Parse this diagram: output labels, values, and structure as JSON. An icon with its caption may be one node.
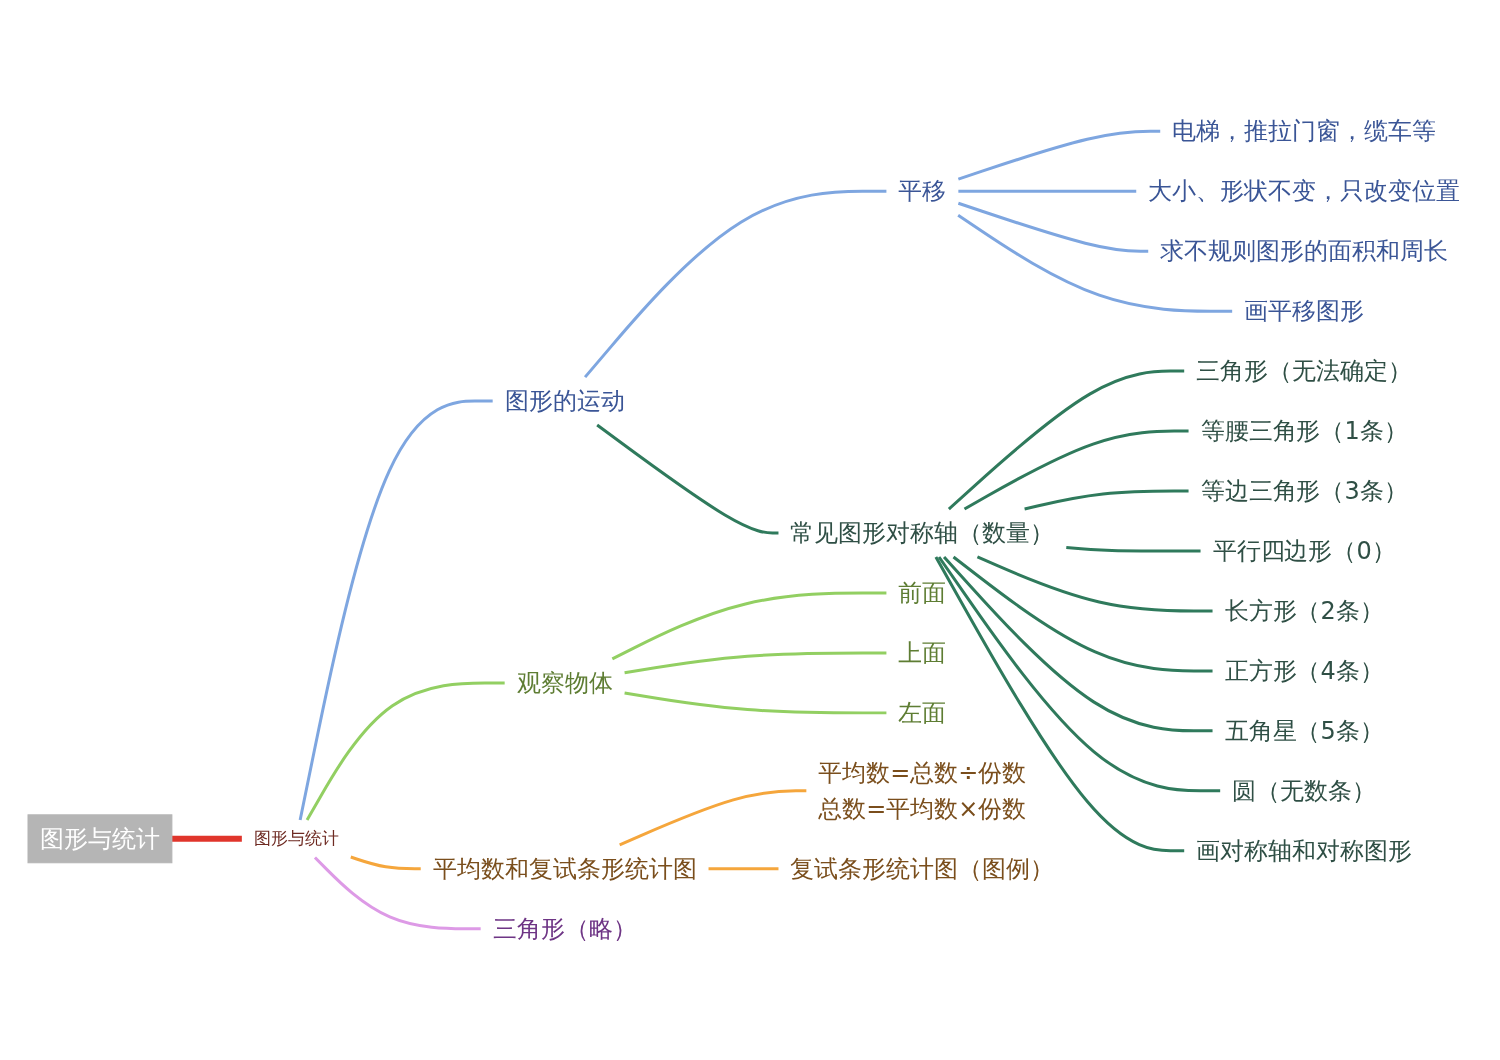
{
  "diagram": {
    "nodes": [
      {
        "text": [
          "图形与统计"
        ]
      },
      {
        "text": [
          "图形与统计"
        ]
      },
      {
        "text": [
          "图形的运动"
        ]
      },
      {
        "text": [
          "平移"
        ]
      },
      {
        "text": [
          "电梯，推拉门窗，缆车等"
        ]
      },
      {
        "text": [
          "大小、形状不变，只改变位置"
        ]
      },
      {
        "text": [
          "求不规则图形的面积和周长"
        ]
      },
      {
        "text": [
          "画平移图形"
        ]
      },
      {
        "text": [
          "常见图形对称轴（数量）"
        ]
      },
      {
        "text": [
          "三角形（无法确定）"
        ]
      },
      {
        "text": [
          "等腰三角形（1条）"
        ]
      },
      {
        "text": [
          "等边三角形（3条）"
        ]
      },
      {
        "text": [
          "平行四边形（0）"
        ]
      },
      {
        "text": [
          "长方形（2条）"
        ]
      },
      {
        "text": [
          "正方形（4条）"
        ]
      },
      {
        "text": [
          "五角星（5条）"
        ]
      },
      {
        "text": [
          "圆（无数条）"
        ]
      },
      {
        "text": [
          "画对称轴和对称图形"
        ]
      },
      {
        "text": [
          "观察物体"
        ]
      },
      {
        "text": [
          "前面"
        ]
      },
      {
        "text": [
          "上面"
        ]
      },
      {
        "text": [
          "左面"
        ]
      },
      {
        "text": [
          "平均数和复试条形统计图"
        ]
      },
      {
        "text": [
          "平均数=总数÷份数",
          "总数=平均数×份数"
        ]
      },
      {
        "text": [
          "复试条形统计图（图例）"
        ]
      },
      {
        "text": [
          "三角形（略）"
        ]
      }
    ],
    "edges": [
      {
        "from": 0,
        "to": 1,
        "arrow": "none",
        "style": "thick",
        "color": "#e0352b"
      },
      {
        "from": 1,
        "to": 2,
        "arrow": "none",
        "color": "#7ea6e0"
      },
      {
        "from": 2,
        "to": 3,
        "arrow": "none",
        "color": "#7ea6e0"
      },
      {
        "from": 3,
        "to": 4,
        "arrow": "none",
        "color": "#7ea6e0"
      },
      {
        "from": 3,
        "to": 5,
        "arrow": "none",
        "color": "#7ea6e0"
      },
      {
        "from": 3,
        "to": 6,
        "arrow": "none",
        "color": "#7ea6e0"
      },
      {
        "from": 3,
        "to": 7,
        "arrow": "none",
        "color": "#7ea6e0"
      },
      {
        "from": 2,
        "to": 8,
        "arrow": "none"
      },
      {
        "from": 8,
        "to": 9,
        "arrow": "none"
      },
      {
        "from": 8,
        "to": 10,
        "arrow": "none"
      },
      {
        "from": 8,
        "to": 11,
        "arrow": "none"
      },
      {
        "from": 8,
        "to": 12,
        "arrow": "none"
      },
      {
        "from": 8,
        "to": 13,
        "arrow": "none"
      },
      {
        "from": 8,
        "to": 14,
        "arrow": "none"
      },
      {
        "from": 8,
        "to": 15,
        "arrow": "none"
      },
      {
        "from": 8,
        "to": 16,
        "arrow": "none"
      },
      {
        "from": 8,
        "to": 17,
        "arrow": "none"
      },
      {
        "from": 1,
        "to": 18,
        "arrow": "none",
        "color": "#92cf62"
      },
      {
        "from": 18,
        "to": 19,
        "arrow": "none",
        "color": "#92cf62"
      },
      {
        "from": 18,
        "to": 20,
        "arrow": "none",
        "color": "#92cf62"
      },
      {
        "from": 18,
        "to": 21,
        "arrow": "none",
        "color": "#92cf62"
      },
      {
        "from": 1,
        "to": 22,
        "arrow": "none",
        "color": "#f5a63c"
      },
      {
        "from": 22,
        "to": 23,
        "arrow": "none",
        "color": "#f5a63c"
      },
      {
        "from": 22,
        "to": 24,
        "arrow": "none",
        "color": "#f5a63c"
      },
      {
        "from": 1,
        "to": 25,
        "arrow": "none",
        "color": "#dd9ae6"
      }
    ]
  }
}
